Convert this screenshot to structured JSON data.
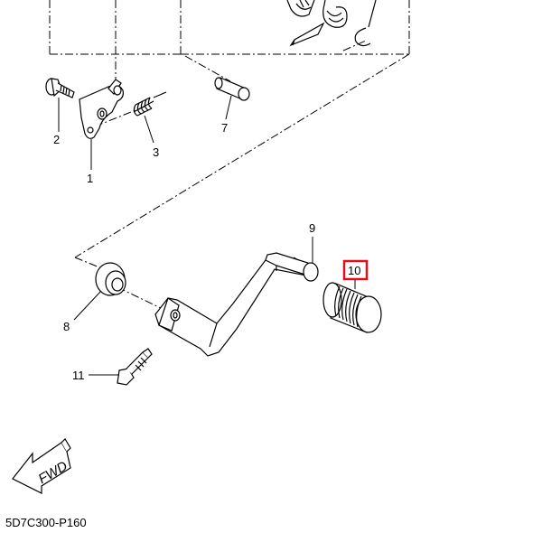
{
  "diagram": {
    "code": "5D7C300-P160",
    "fwd_label": "FWD",
    "highlight_color": "#e0101a",
    "parts": [
      {
        "label": "1",
        "name": "shift-arm-bracket"
      },
      {
        "label": "2",
        "name": "bolt-small"
      },
      {
        "label": "3",
        "name": "spring"
      },
      {
        "label": "7",
        "name": "pin"
      },
      {
        "label": "8",
        "name": "oil-seal"
      },
      {
        "label": "9",
        "name": "shift-pedal"
      },
      {
        "label": "10",
        "name": "pedal-rubber",
        "highlighted": true
      },
      {
        "label": "11",
        "name": "bolt"
      }
    ]
  }
}
